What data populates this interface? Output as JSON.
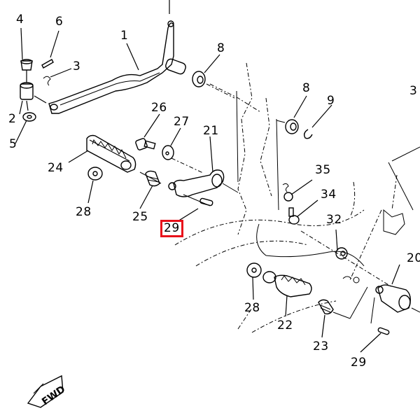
{
  "diagram": {
    "type": "exploded-parts-diagram",
    "highlight_color": "#e8101a",
    "highlighted_callout": "29",
    "direction_marker": {
      "text": "FWD",
      "icon": "forward-arrow-icon"
    },
    "callouts": [
      {
        "id": "c1",
        "text": "1",
        "part": "shift-pedal"
      },
      {
        "id": "c2",
        "text": "2",
        "part": "pedal-joint"
      },
      {
        "id": "c3",
        "text": "3",
        "part": "spring"
      },
      {
        "id": "c4",
        "text": "4",
        "part": "pin"
      },
      {
        "id": "c5",
        "text": "5",
        "part": "washer"
      },
      {
        "id": "c6",
        "text": "6",
        "part": "cotter-pin"
      },
      {
        "id": "c8a",
        "text": "8",
        "part": "bushing"
      },
      {
        "id": "c8b",
        "text": "8",
        "part": "bushing"
      },
      {
        "id": "c9",
        "text": "9",
        "part": "circlip"
      },
      {
        "id": "c20",
        "text": "20",
        "part": "footrest-bracket-right"
      },
      {
        "id": "c21",
        "text": "21",
        "part": "footrest-bracket-left"
      },
      {
        "id": "c22",
        "text": "22",
        "part": "footrest-right"
      },
      {
        "id": "c23",
        "text": "23",
        "part": "footrest-left"
      },
      {
        "id": "c24",
        "text": "24",
        "part": "footrest-spring-right"
      },
      {
        "id": "c25",
        "text": "25",
        "part": "footrest-spring-left"
      },
      {
        "id": "c26",
        "text": "26",
        "part": "bolt"
      },
      {
        "id": "c27",
        "text": "27",
        "part": "washer"
      },
      {
        "id": "c28a",
        "text": "28",
        "part": "washer"
      },
      {
        "id": "c28b",
        "text": "28",
        "part": "washer"
      },
      {
        "id": "c29a",
        "text": "29",
        "part": "pin",
        "highlighted": true
      },
      {
        "id": "c29b",
        "text": "29",
        "part": "pin"
      },
      {
        "id": "c32",
        "text": "32",
        "part": "nut"
      },
      {
        "id": "c34",
        "text": "34",
        "part": "bolt"
      },
      {
        "id": "c35",
        "text": "35",
        "part": "washer"
      },
      {
        "id": "c3x",
        "text": "3",
        "part": "cut-off-label"
      }
    ]
  }
}
